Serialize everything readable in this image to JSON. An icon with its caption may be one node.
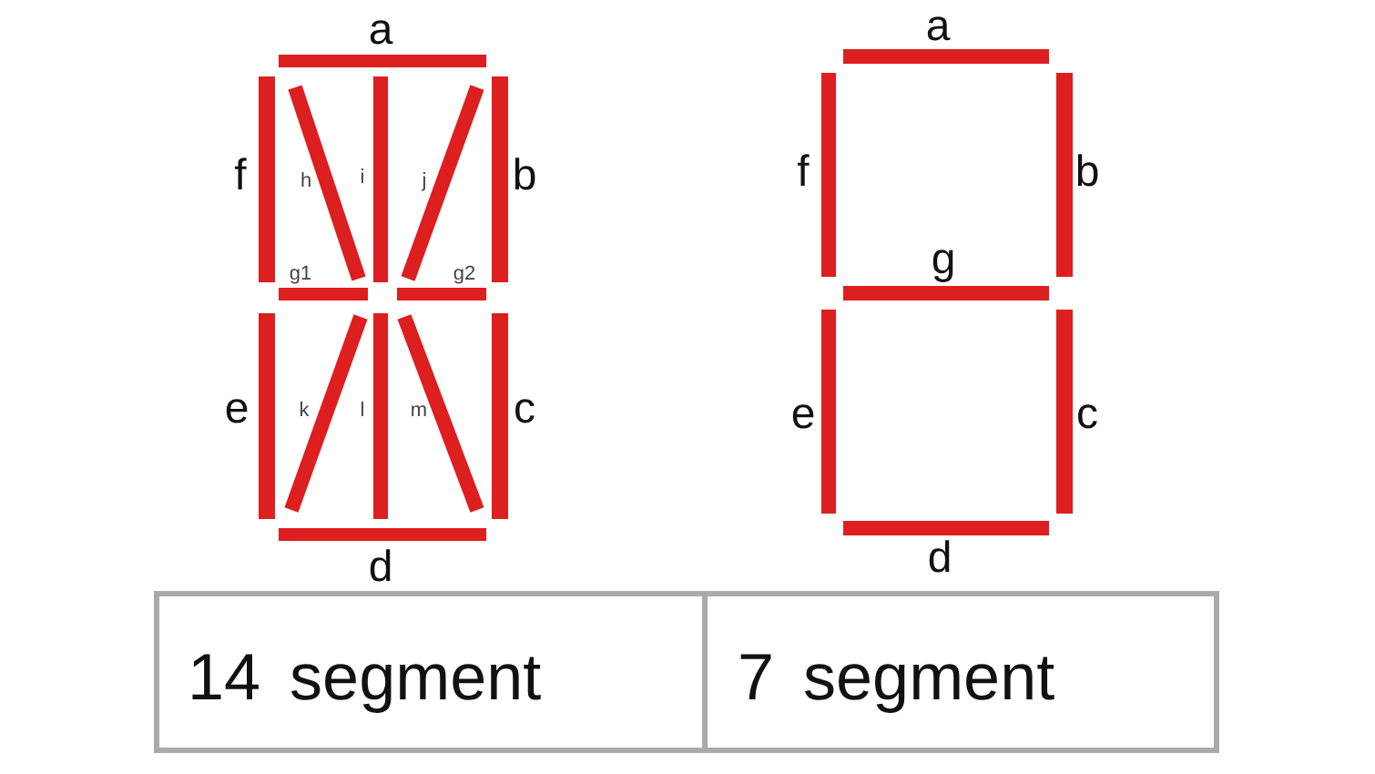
{
  "diagram": {
    "labels": [
      "a",
      "f",
      "h",
      "i",
      "j",
      "b",
      "g1",
      "g2",
      "e",
      "k",
      "l",
      "m",
      "c",
      "d",
      "a",
      "f",
      "b",
      "g",
      "e",
      "c",
      "d",
      "14 segment",
      "7 segment"
    ]
  }
}
